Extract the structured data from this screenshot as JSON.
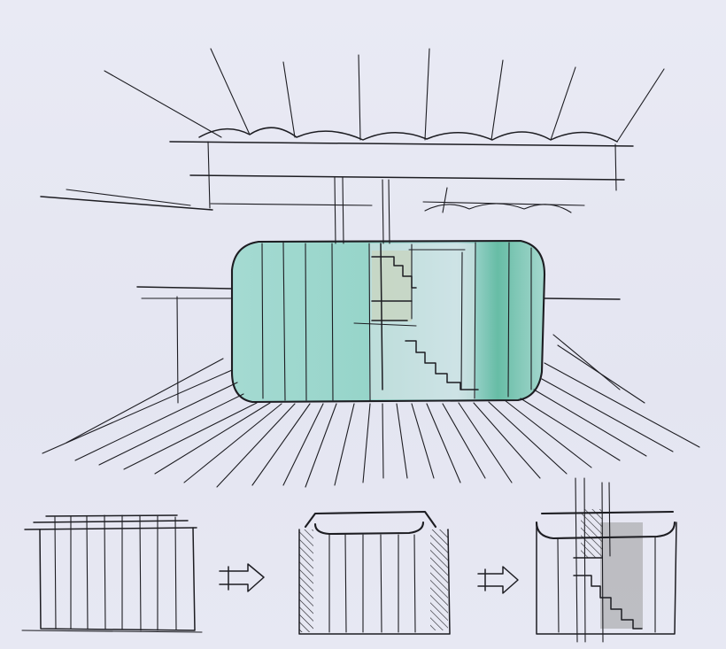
{
  "canvas": {
    "paper_color": "#e6e7f2",
    "ink_color": "#1d1d22",
    "glass_tint": "#8fd3c6",
    "glass_tint_dark": "#5cb99f",
    "pencil_grey": "#9a9a9a"
  },
  "sketch": {
    "main": "perspective-sketch",
    "sequence": [
      "box-diagram",
      "arrow",
      "notched-box-diagram",
      "arrow",
      "stair-box-diagram"
    ]
  }
}
